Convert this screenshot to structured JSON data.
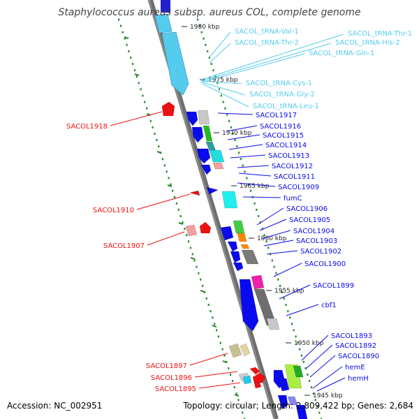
{
  "title": "Staphylococcus aureus subsp. aureus COL, complete genome",
  "accession": "Accession: NC_002951",
  "summary": "Topology: circular; Length: 2,809,422 bp; Genes: 2,684",
  "colors": {
    "forward_gene": "#0a0aee",
    "reverse_gene": "#ee1111",
    "trna": "#55ccee",
    "tick": "#2a8a2a",
    "backbone": "#8a8a8a"
  },
  "kbp_labels": [
    "1980 kbp",
    "1975 kbp",
    "1970 kbp",
    "1965 kbp",
    "1960 kbp",
    "1955 kbp",
    "1950 kbp",
    "1945 kbp"
  ],
  "trna_labels": [
    "SACOL_tRNA-Val-1",
    "SACOL_tRNA-Thr-2",
    "SACOL_tRNA-Thr-1",
    "SACOL_tRNA-His-2",
    "SACOL_tRNA-Gln-1",
    "SACOL_tRNA-Cys-1",
    "SACOL_tRNA-Gly-2",
    "SACOL_tRNA-Leu-1"
  ],
  "forward_labels": [
    "SACOL1917",
    "SACOL1916",
    "SACOL1915",
    "SACOL1914",
    "SACOL1913",
    "SACOL1912",
    "SACOL1911",
    "SACOL1909",
    "fumC",
    "SACOL1906",
    "SACOL1905",
    "SACOL1904",
    "SACOL1903",
    "SACOL1902",
    "SACOL1900",
    "SACOL1899",
    "cbf1",
    "SACOL1893",
    "SACOL1892",
    "SACOL1890",
    "hemE",
    "hemH"
  ],
  "reverse_labels": [
    "SACOL1918",
    "SACOL1910",
    "SACOL1907",
    "SACOL1897",
    "SACOL1896",
    "SACOL1895"
  ]
}
